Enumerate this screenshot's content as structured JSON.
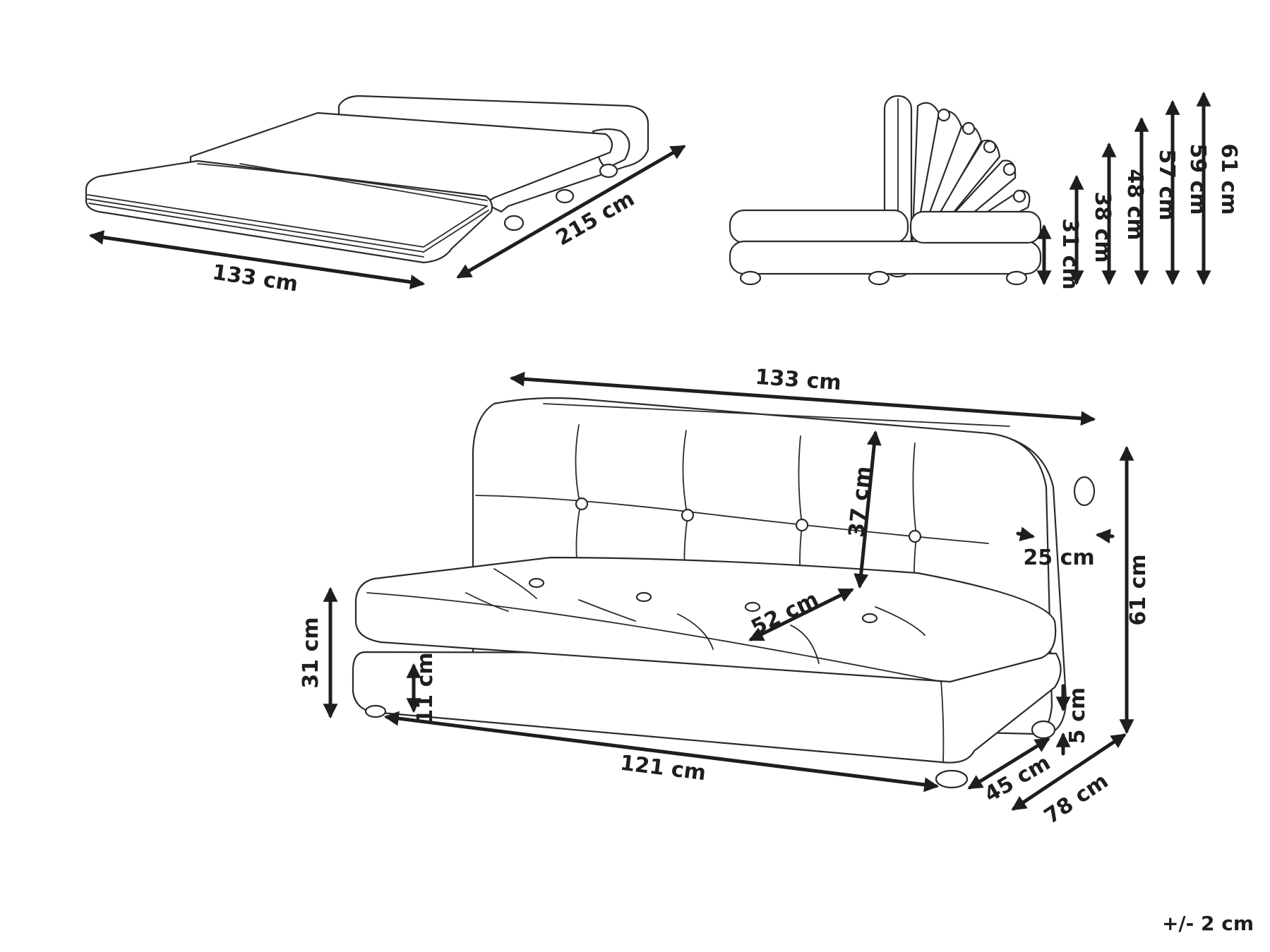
{
  "tolerance": "+/- 2 cm",
  "bed_view": {
    "width": "133 cm",
    "length": "215 cm"
  },
  "recline_view": {
    "heights": [
      "31 cm",
      "38 cm",
      "48 cm",
      "57 cm",
      "59 cm",
      "61 cm"
    ]
  },
  "sofa_view": {
    "total_width": "133 cm",
    "back_height": "37 cm",
    "back_depth": "25 cm",
    "total_height": "61 cm",
    "seat_depth": "52 cm",
    "seat_height": "31 cm",
    "base_height": "11 cm",
    "seat_width": "121 cm",
    "foot_height": "5 cm",
    "base_depth": "45 cm",
    "total_depth": "78 cm"
  },
  "colors": {
    "line": "#2a2a2a",
    "text": "#1e1e1e",
    "background": "#ffffff"
  }
}
